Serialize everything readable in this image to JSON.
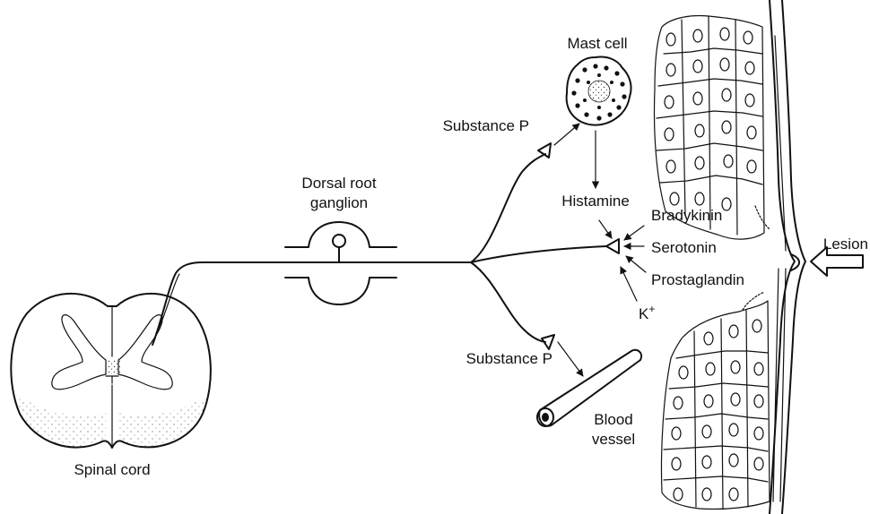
{
  "labels": {
    "spinal_cord": "Spinal cord",
    "dorsal_root_line1": "Dorsal root",
    "dorsal_root_line2": "ganglion",
    "mast_cell": "Mast cell",
    "substance_p_top": "Substance P",
    "histamine": "Histamine",
    "bradykinin": "Bradykinin",
    "serotonin": "Serotonin",
    "prostaglandin": "Prostaglandin",
    "potassium": "K",
    "potassium_sup": "+",
    "lesion": "Lesion",
    "substance_p_bottom": "Substance P",
    "blood_vessel_line1": "Blood",
    "blood_vessel_line2": "vessel"
  },
  "colors": {
    "ink": "#111111",
    "background": "#ffffff",
    "stipple": "#444444"
  }
}
